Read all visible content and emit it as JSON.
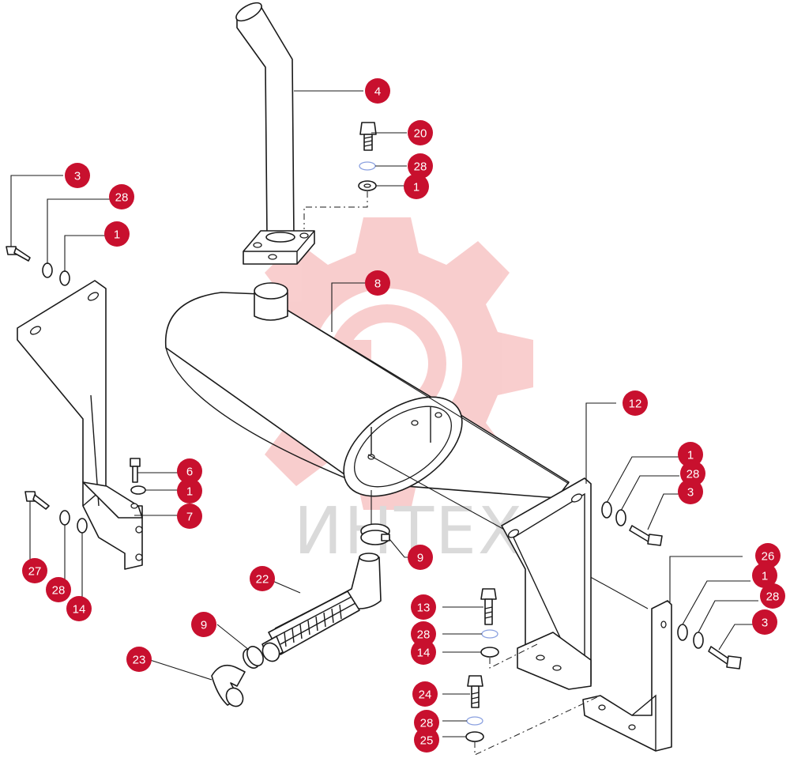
{
  "watermark": {
    "text": "ИНТЕХ",
    "color": "#c8c8c8",
    "logo_color": "#f0a0a0"
  },
  "accent_color": "#c8102e",
  "callouts": [
    {
      "label": "4"
    },
    {
      "label": "20"
    },
    {
      "label": "28"
    },
    {
      "label": "1"
    },
    {
      "label": "3"
    },
    {
      "label": "28"
    },
    {
      "label": "1"
    },
    {
      "label": "8"
    },
    {
      "label": "12"
    },
    {
      "label": "6"
    },
    {
      "label": "1"
    },
    {
      "label": "7"
    },
    {
      "label": "27"
    },
    {
      "label": "28"
    },
    {
      "label": "14"
    },
    {
      "label": "9"
    },
    {
      "label": "22"
    },
    {
      "label": "9"
    },
    {
      "label": "23"
    },
    {
      "label": "1"
    },
    {
      "label": "28"
    },
    {
      "label": "3"
    },
    {
      "label": "26"
    },
    {
      "label": "1"
    },
    {
      "label": "28"
    },
    {
      "label": "3"
    },
    {
      "label": "13"
    },
    {
      "label": "28"
    },
    {
      "label": "14"
    },
    {
      "label": "24"
    },
    {
      "label": "28"
    },
    {
      "label": "25"
    }
  ]
}
